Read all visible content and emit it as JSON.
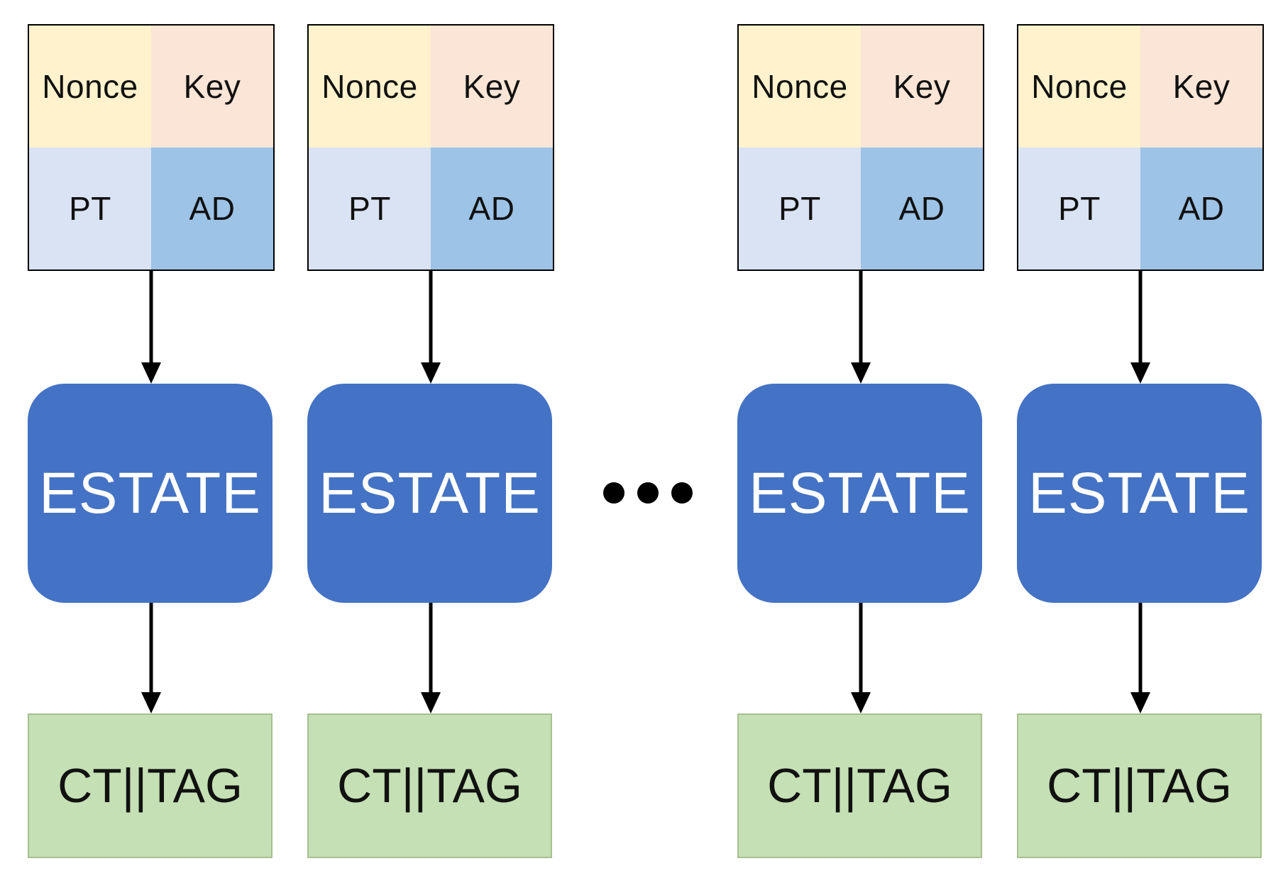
{
  "colors": {
    "nonce": "#fff2cc",
    "key": "#fbe5d6",
    "pt": "#dae3f3",
    "ad": "#9dc3e6",
    "estate": "#4472c4",
    "output": "#c5e0b4",
    "grid_border": "#000000",
    "arrow": "#000000"
  },
  "columns": [
    {
      "inputs": {
        "nonce": "Nonce",
        "key": "Key",
        "pt": "PT",
        "ad": "AD"
      },
      "process": "ESTATE",
      "output": "CT||TAG"
    },
    {
      "inputs": {
        "nonce": "Nonce",
        "key": "Key",
        "pt": "PT",
        "ad": "AD"
      },
      "process": "ESTATE",
      "output": "CT||TAG"
    },
    {
      "inputs": {
        "nonce": "Nonce",
        "key": "Key",
        "pt": "PT",
        "ad": "AD"
      },
      "process": "ESTATE",
      "output": "CT||TAG"
    },
    {
      "inputs": {
        "nonce": "Nonce",
        "key": "Key",
        "pt": "PT",
        "ad": "AD"
      },
      "process": "ESTATE",
      "output": "CT||TAG"
    }
  ],
  "ellipsis": {
    "dot_count": 3
  }
}
